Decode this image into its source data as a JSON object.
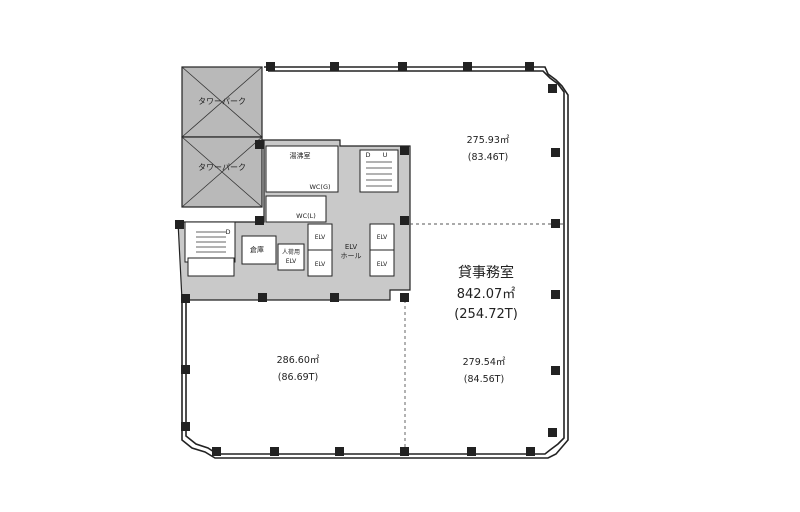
{
  "tower_park": {
    "label_upper": "タワーパーク",
    "label_lower": "タワーパーク"
  },
  "zones": {
    "north": {
      "area": "275.93㎡",
      "tsubo": "(83.46T)"
    },
    "southwest": {
      "area": "286.60㎡",
      "tsubo": "(86.69T)"
    },
    "southeast": {
      "area": "279.54㎡",
      "tsubo": "(84.56T)"
    }
  },
  "total": {
    "title": "貸事務室",
    "area": "842.07㎡",
    "tsubo": "(254.72T)"
  },
  "core_labels": {
    "kitchen": "湯沸室",
    "wc_gents": "WC(G)",
    "wc_ladies": "WC(L)",
    "elv_hall": "ELV",
    "elv_hall_2": "ホール",
    "elv": "ELV",
    "cargo_elv": "人荷用",
    "cargo_elv_2": "ELV",
    "storage": "倉庫",
    "stair_down": "D",
    "stair_up": "U",
    "stair_down_w": "D"
  }
}
